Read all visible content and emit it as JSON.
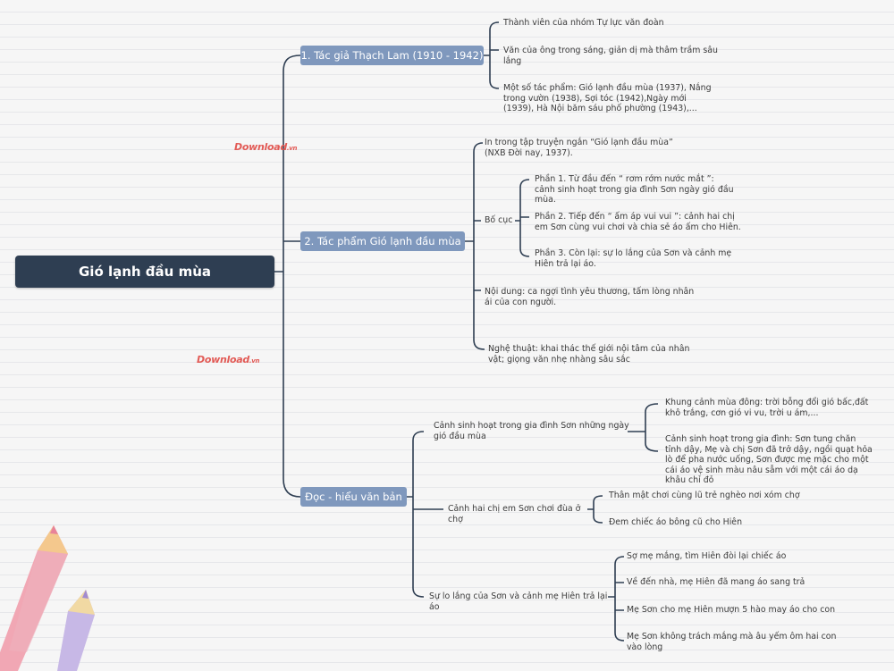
{
  "root": {
    "label": "Gió lạnh đầu mùa"
  },
  "branches": [
    {
      "label": "1. Tác giả Thạch Lam (1910 - 1942)",
      "children": [
        "Thành viên của nhóm Tự lực văn đoàn",
        "Văn của ông trong sáng, giản dị mà thâm trầm sâu lắng",
        "Một số tác phẩm: Gió lạnh đầu mùa (1937), Nắng trong vườn (1938), Sợi tóc (1942),Ngày mới (1939), Hà Nội băm sáu phố phường (1943),..."
      ]
    },
    {
      "label": "2. Tác phẩm Gió lạnh đầu mùa",
      "children": [
        {
          "label": "In trong tập truyện ngắn “Gió lạnh đầu mùa” (NXB Đời nay, 1937)."
        },
        {
          "label": "Bố cục",
          "children": [
            "Phần 1. Từ đầu đến “ rơm rớm nước mắt ”: cảnh sinh hoạt trong gia đình Sơn ngày gió đầu mùa.",
            "Phần 2. Tiếp đến “ ấm áp vui vui ”: cảnh hai chị em Sơn cùng vui chơi và chia sẻ áo ấm cho Hiên.",
            "Phần 3. Còn lại: sự lo lắng của Sơn và cảnh mẹ Hiên trả lại áo."
          ]
        },
        {
          "label": "Nội dung: ca ngợi tình yêu thương, tấm lòng nhân ái của con người."
        },
        {
          "label": "Nghệ thuật: khai thác thế giới nội tâm của nhân vật; giọng văn nhẹ nhàng sâu sắc"
        }
      ]
    },
    {
      "label": "Đọc - hiểu văn bản",
      "children": [
        {
          "label": "Cảnh sinh hoạt trong gia đình Sơn những ngày gió đầu mùa",
          "children": [
            "Khung cảnh mùa đông: trời bỗng đổi gió bấc,đất khô trắng, cơn gió vi vu, trời u ám,...",
            "Cảnh sinh hoạt trong gia đình: Sơn tung chăn tỉnh dậy, Mẹ và chị Sơn đã trở dậy, ngồi quạt hỏa lò để pha nước uống, Sơn được mẹ mặc cho một cái áo vệ sinh màu nâu sẫm với một cái áo dạ khâu chỉ đỏ"
          ]
        },
        {
          "label": "Cảnh hai chị em Sơn chơi đùa ở chợ",
          "children": [
            "Thân mật chơi cùng lũ trẻ nghèo nơi xóm chợ",
            "Đem chiếc áo bông cũ cho Hiên"
          ]
        },
        {
          "label": "Sự lo lắng của Sơn và cảnh mẹ Hiên trả lại áo",
          "children": [
            "Sợ mẹ mắng, tìm Hiên đòi lại chiếc áo",
            "Về đến nhà, mẹ Hiên đã mang áo sang trả",
            "Mẹ Sơn cho mẹ Hiên mượn 5 hào may áo cho con",
            "Mẹ Sơn không trách mắng mà âu yếm ôm hai con vào lòng"
          ]
        }
      ]
    }
  ],
  "watermark": {
    "brand": "Download",
    "suffix": ".vn"
  },
  "colors": {
    "root": "#2e3e52",
    "branch": "#7f98bd",
    "line": "#2e3e52",
    "watermark": "#e25a55"
  }
}
